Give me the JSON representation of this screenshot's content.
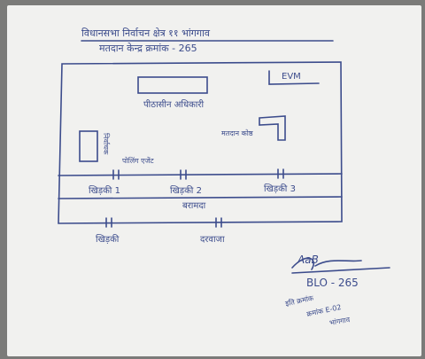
{
  "header": {
    "line1": "विधानसभा निर्वाचन क्षेत्र ११ भांगगाव",
    "line2": "मतदान केन्द्र क्रमांक - 265"
  },
  "labels": {
    "evm": "EVM",
    "presiding_officer": "पीठासीन अधिकारी",
    "voting_compartment": "मतदान कोष्ठ",
    "polling_agent": "पोलिंग एजेंट",
    "side_label": "निर्वाचक",
    "window_1": "खिड़की 1",
    "window_2": "खिड़की 2",
    "window_3": "खिड़की 3",
    "verandah": "बरामदा",
    "window_bottom": "खिड़की",
    "door": "दरवाजा"
  },
  "signature": {
    "initials": "AaB",
    "blo": "BLO - 265",
    "note_line1": "इति क्रमांक",
    "note_line2": "क्रमांक E-02",
    "note_line3": "भांगगाव"
  },
  "colors": {
    "ink": "#3c4c8c",
    "paper": "#f1f1ef",
    "background": "#7b7b79"
  }
}
